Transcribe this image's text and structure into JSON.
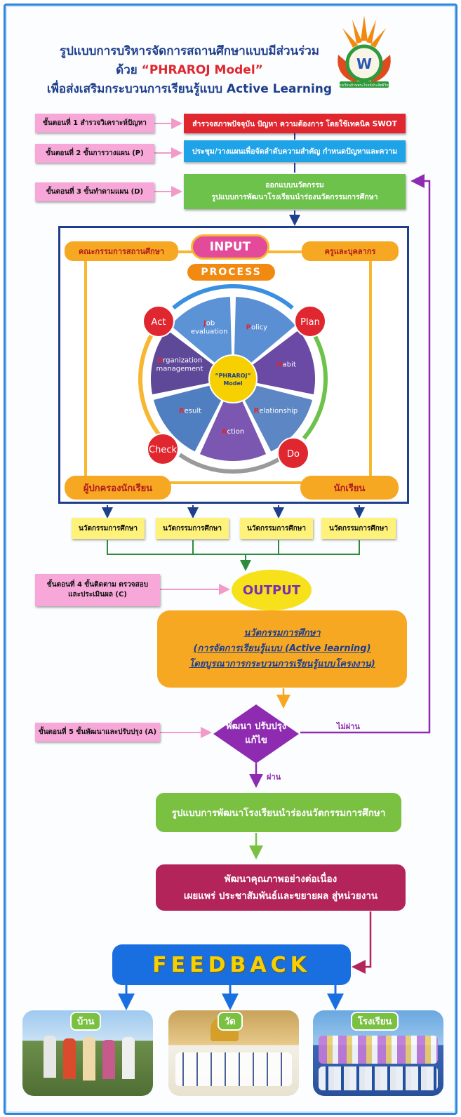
{
  "header": {
    "title_line1": "รูปแบบการบริหารจัดการสถานศึกษาแบบมีส่วนร่วม",
    "title_line2_prefix": "ด้วย ",
    "title_line2_highlight": "“PHRAROJ Model”",
    "title_line3": "เพื่อส่งเสริมกระบวนการเรียนรู้แบบ Active Learning",
    "logo_text": "โรงเรียนบ้านพระโรจน์ประสิทธิวิทย์"
  },
  "steps": {
    "step1_label": "ขั้นตอนที่ 1 สำรวจวิเคราะห์ปัญหา",
    "step1_text": "สำรวจสภาพปัจจุบัน ปัญหา ความต้องการ โดยใช้เทคนิค  SWOT",
    "step2_label": "ขั้นตอนที่ 2 ขั้นการวางแผน (P)",
    "step2_text": "ประชุม/วางแผนเพื่อจัดลำดับความสำคัญ กำหนดปัญหาและความ",
    "step3_label": "ขั้นตอนที่ 3 ขั้นทำตามแผน (D)",
    "step3_text_line1": "ออกแบบนวัตกรรม",
    "step3_text_line2": "รูปแบบการพัฒนาโรงเรียนนำร่องนวัตกรรมการศึกษา",
    "step4_label_line1": "ขั้นตอนที่ 4 ขั้นติดตาม ตรวจสอบ",
    "step4_label_line2": "และประเมินผล (C)",
    "step5_label": "ขั้นตอนที่ 5 ขั้นพัฒนาและปรับปรุง (A)"
  },
  "process_box": {
    "input_label": "INPUT",
    "process_label": "PROCESS",
    "corner_top_left": "คณะกรรมการสถานศึกษา",
    "corner_top_right": "ครูและบุคลากร",
    "corner_bottom_left": "ผู้ปกครองนักเรียน",
    "corner_bottom_right": "นักเรียน",
    "cycle": {
      "plan": "Plan",
      "do": "Do",
      "check": "Check",
      "act": "Act",
      "center_line1": "“PHRAROJ”",
      "center_line2": "Model",
      "segments": [
        {
          "initial": "P",
          "rest": "olicy",
          "color": "#5b8fd4"
        },
        {
          "initial": "H",
          "rest": "abit",
          "color": "#6a4aa5"
        },
        {
          "initial": "R",
          "rest": "elationship",
          "color": "#5c86c4"
        },
        {
          "initial": "A",
          "rest": "ction",
          "color": "#7b57b1"
        },
        {
          "initial": "R",
          "rest": "esult",
          "color": "#4f7fc1"
        },
        {
          "initial": "O",
          "rest": "rganization management",
          "color": "#5e4898"
        },
        {
          "initial": "J",
          "rest": "ob evaluation",
          "color": "#5b93d6"
        }
      ],
      "colors": {
        "center": "#f6d000",
        "stage_circle": "#e0262e",
        "arrow_blue": "#3a8fe0",
        "arrow_green": "#6cc24a",
        "arrow_gray": "#9a9a9a",
        "arrow_yellow": "#f7b731"
      }
    }
  },
  "innovations": [
    "นวัตกรรมการศึกษา",
    "นวัตกรรมการศึกษา",
    "นวัตกรรมการศึกษา",
    "นวัตกรรมการศึกษา"
  ],
  "output": {
    "label": "OUTPUT",
    "line1": "นวัตกรรมการศึกษา",
    "line2": "(การจัดการเรียนรู้แบบ (Active learning)",
    "line3": "โดยบูรณาการกระบวนการเรียนรู้แบบโครงงาน)"
  },
  "decision": {
    "line1": "พัฒนา ปรับปรุง",
    "line2": "แก้ไข",
    "fail_label": "ไม่ผ่าน",
    "pass_label": "ผ่าน"
  },
  "results": {
    "model_box": "รูปแบบการพัฒนาโรงเรียนนำร่องนวัตกรรมการศึกษา",
    "quality_line1": "พัฒนาคุณภาพอย่างต่อเนื่อง",
    "quality_line2": "เผยแพร่ ประชาสัมพันธ์และขยายผล สู่หน่วยงาน"
  },
  "feedback": {
    "label": "FEEDBACK",
    "photos": [
      {
        "label": "บ้าน"
      },
      {
        "label": "วัด"
      },
      {
        "label": "โรงเรียน"
      }
    ]
  },
  "colors": {
    "step1": "#e0262e",
    "step2": "#1fa3e8",
    "step3": "#6cc24a",
    "output_box": "#f7a823",
    "decision": "#8e2bb0",
    "model_box": "#7ac142",
    "quality_box": "#b3245a",
    "feedback_box": "#1a6fe0",
    "feedback_text": "#f6d000"
  }
}
